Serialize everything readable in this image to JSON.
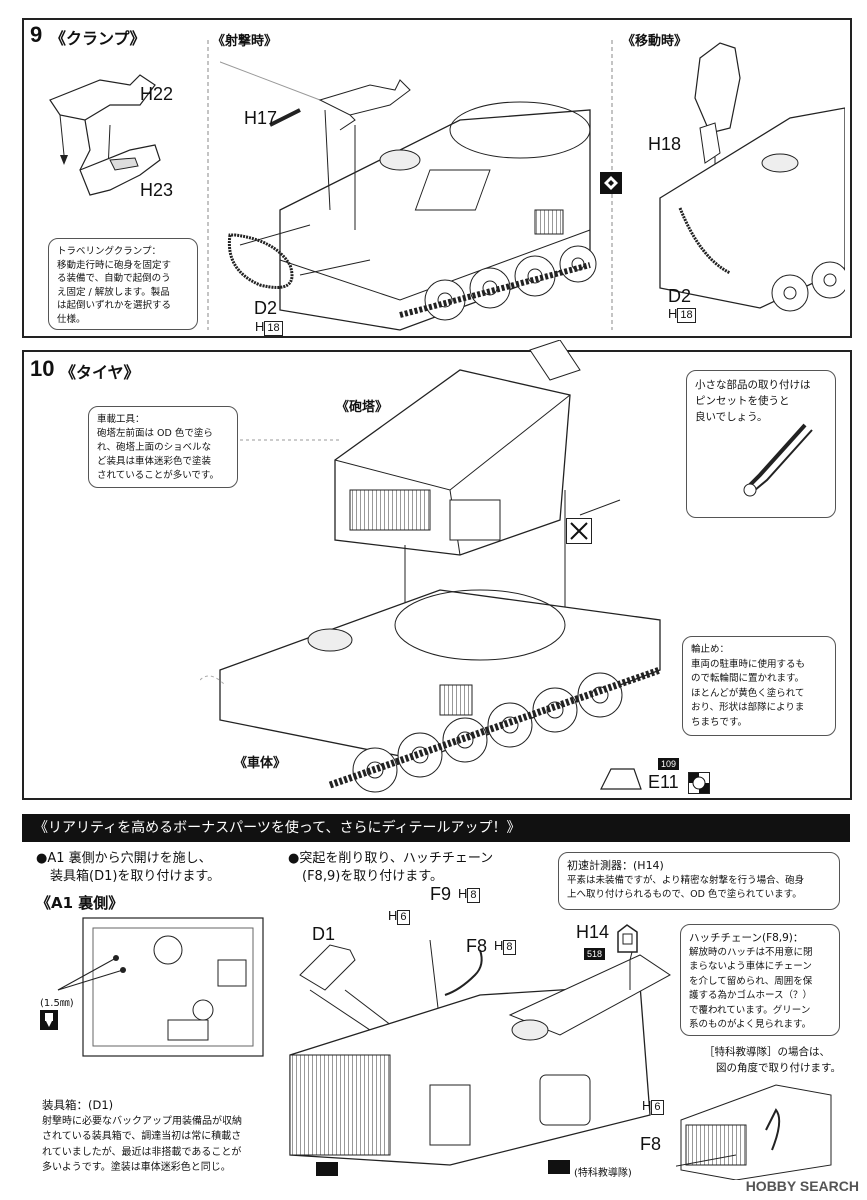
{
  "step9": {
    "number": "9",
    "title": "《クランプ》",
    "firing_title": "《射撃時》",
    "moving_title": "《移動時》",
    "parts": {
      "h22": "H22",
      "h23": "H23",
      "h17": "H17",
      "h18": "H18",
      "d2_left": "D2",
      "d2_right": "D2",
      "h_left": "H",
      "h_right": "H",
      "box18_left": "18",
      "box18_right": "18"
    },
    "note": {
      "heading": "トラベリングクランプ：",
      "lines": [
        "移動走行時に砲身を固定す",
        "る装備で、自動で起倒のう",
        "え固定 / 解放します。製品",
        "は起倒いずれかを選択する",
        "仕様。"
      ]
    }
  },
  "step10": {
    "number": "10",
    "title": "《タイヤ》",
    "turret_label": "《砲塔》",
    "hull_label": "《車体》",
    "e11": "E11",
    "badge_109": "109",
    "tools_note": {
      "heading": "車載工具：",
      "lines": [
        "砲塔左前面は OD 色で塗ら",
        "れ、砲塔上面のショベルな",
        "ど装具は車体迷彩色で塗装",
        "されていることが多いです。"
      ]
    },
    "tweezer_note": {
      "lines": [
        "小さな部品の取り付けは",
        "ピンセットを使うと",
        "良いでしょう。"
      ]
    },
    "chock_note": {
      "heading": "輪止め：",
      "lines": [
        "車両の駐車時に使用するも",
        "ので転輪間に置かれます。",
        "ほとんどが黄色く塗られて",
        "おり、形状は部隊によりま",
        "ちまちです。"
      ]
    }
  },
  "bonus": {
    "banner": "《リアリティを高めるボーナスパーツを使って、さらにディテールアップ！》",
    "bullet1": [
      "●A1 裏側から穴開けを施し、",
      "装具箱(D1)を取り付けます。"
    ],
    "bullet2": [
      "●突起を削り取り、ハッチチェーン",
      "(F8,9)を取り付けます。"
    ],
    "a1_title": "《A1 裏側》",
    "hole_size": "(1.5㎜)",
    "d1": "D1",
    "f9": "F9",
    "f8": "F8",
    "f8_bottom": "F8",
    "h14": "H14",
    "badge_518": "518",
    "h_f9": "H",
    "box_f9": "8",
    "h6_top": "H",
    "box6_top": "6",
    "h_f8": "H",
    "box_f8": "8",
    "h6_bottom": "H",
    "box6_bottom": "6",
    "special_label": "(特科教導隊)",
    "box_note": {
      "heading": "装具箱：(D1)",
      "lines": [
        "射撃時に必要なバックアップ用装備品が収納",
        "されている装具箱で、調達当初は常に積載さ",
        "れていましたが、最近は非搭載であることが",
        "多いようです。塗装は車体迷彩色と同じ。"
      ]
    },
    "meter_note": {
      "heading": "初速計測器：(H14)",
      "lines": [
        "平素は未装備ですが、より精密な射撃を行う場合、砲身",
        "上へ取り付けられるもので、OD 色で塗られています。"
      ]
    },
    "chain_note": {
      "heading": "ハッチチェーン(F8,9)：",
      "lines": [
        "解放時のハッチは不用意に閉",
        "まらないよう車体にチェーン",
        "を介して留められ、周囲を保",
        "護する為かゴムホース（？）",
        "で覆われています。グリーン",
        "系のものがよく見られます。"
      ]
    },
    "special_note": [
      "［特科教導隊］の場合は、",
      "図の角度で取り付けます。"
    ]
  },
  "watermark": "HOBBY SEARCH"
}
